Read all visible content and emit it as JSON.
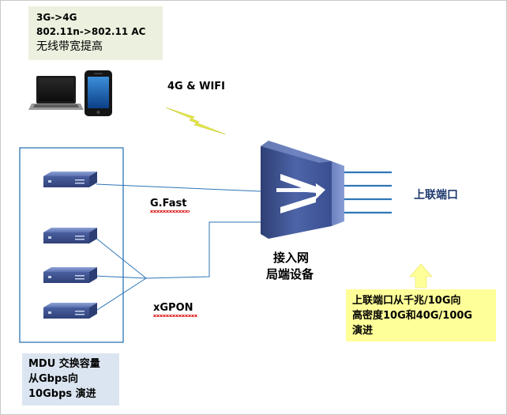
{
  "header_note": {
    "line1": "3G->4G",
    "line2": "802.11n->802.11 AC",
    "line3": "无线带宽提高"
  },
  "wireless_label": "4G & WIFI",
  "gfast_label": "G.Fast",
  "xgpon_label": "xGPON",
  "access_label_line1": "接入网",
  "access_label_line2": "局端设备",
  "uplink_label": "上联端口",
  "mdu_note": {
    "line1": "MDU 交换容量",
    "line2": "从Gbps向",
    "line3": "10Gbps 演进"
  },
  "uplink_note": {
    "line1": "上联端口从千兆/10G向",
    "line2": "高密度10G和40G/100G",
    "line3": "演进"
  },
  "colors": {
    "line_blue": "#2e75b6",
    "device_blue": "#3a4f91",
    "device_side": "#2c3e73",
    "access_body": "#34477f",
    "green_note": "#ebf1de",
    "blue_note": "#dbe5f1",
    "yellow_note": "#ffff99",
    "up_arrow": "#ffff99",
    "lightning": "#e6e84a"
  },
  "icons": [
    "laptop-icon",
    "smartphone-icon",
    "lightning-icon",
    "mdu-device-icon",
    "access-device-icon",
    "up-arrow-icon"
  ]
}
